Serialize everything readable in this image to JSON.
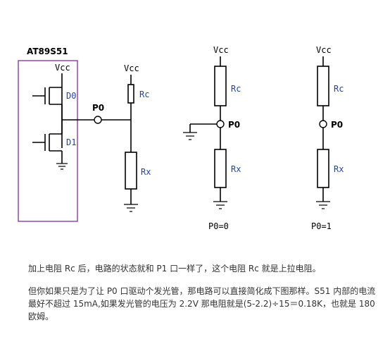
{
  "diagram": {
    "chip_label": "AT89S51",
    "vcc": "Vcc",
    "d0": "D0",
    "d1": "D1",
    "p0": "P0",
    "rc": "Rc",
    "rx": "Rx",
    "case_low": "P0=0",
    "case_high": "P0=1",
    "colors": {
      "wire": "#000000",
      "chip_outline": "#8a3ba8",
      "component_label": "#1f3fbf"
    }
  },
  "text": {
    "paragraph1": "加上电阻 Rc 后，电路的状态就和 P1 口一样了，这个电阻 Rc 就是上拉电阻。",
    "paragraph2": "但你如果只是为了让 P0 口驱动个发光管，那电路可以直接简化成下图那样。S51 内部的电流最好不超过 15mA,如果发光管的电压为 2.2V 那电阻就是(5-2.2)÷15＝0.18K，也就是 180 欧姆。"
  }
}
